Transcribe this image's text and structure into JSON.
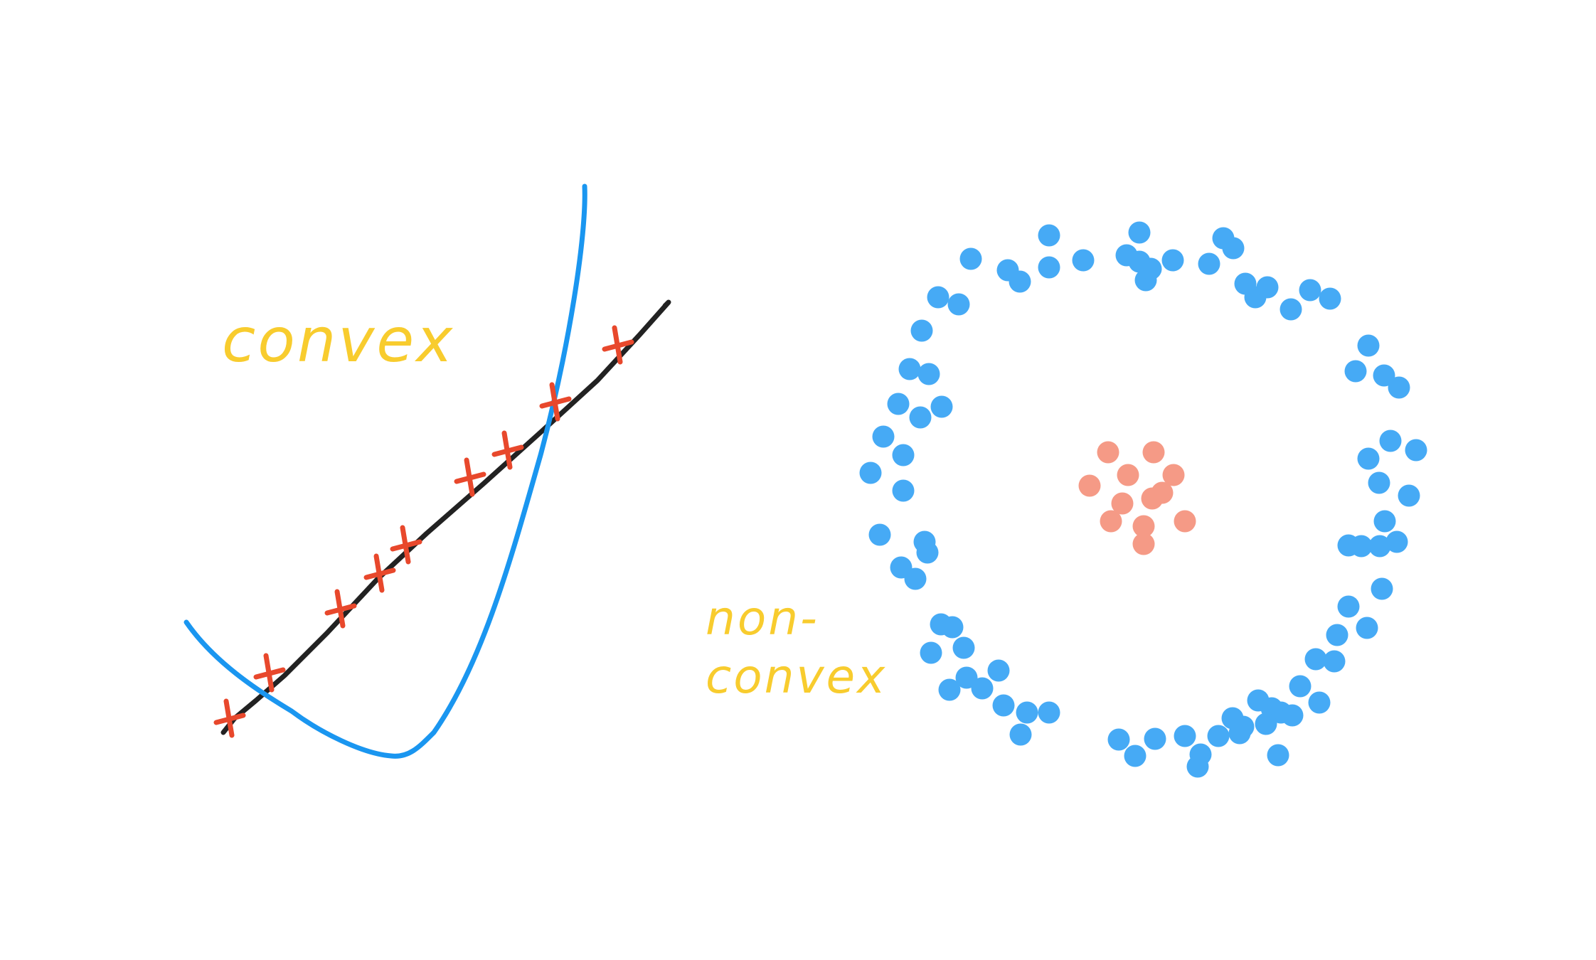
{
  "colors": {
    "background": "#ffffff",
    "line": "#222222",
    "curve": "#1a96f0",
    "marker": "#e8482c",
    "label": "#f8cc2e",
    "outer_points": "#46aaf5",
    "inner_points": "#f59a86"
  },
  "convex_panel": {
    "label": "convex",
    "line": "straight line with cross markers",
    "curve": "U-shaped curve"
  },
  "nonconvex_panel": {
    "label_line1": "non-",
    "label_line2": "convex",
    "outer_points": "ring of points",
    "inner_points": "central cluster of points"
  }
}
